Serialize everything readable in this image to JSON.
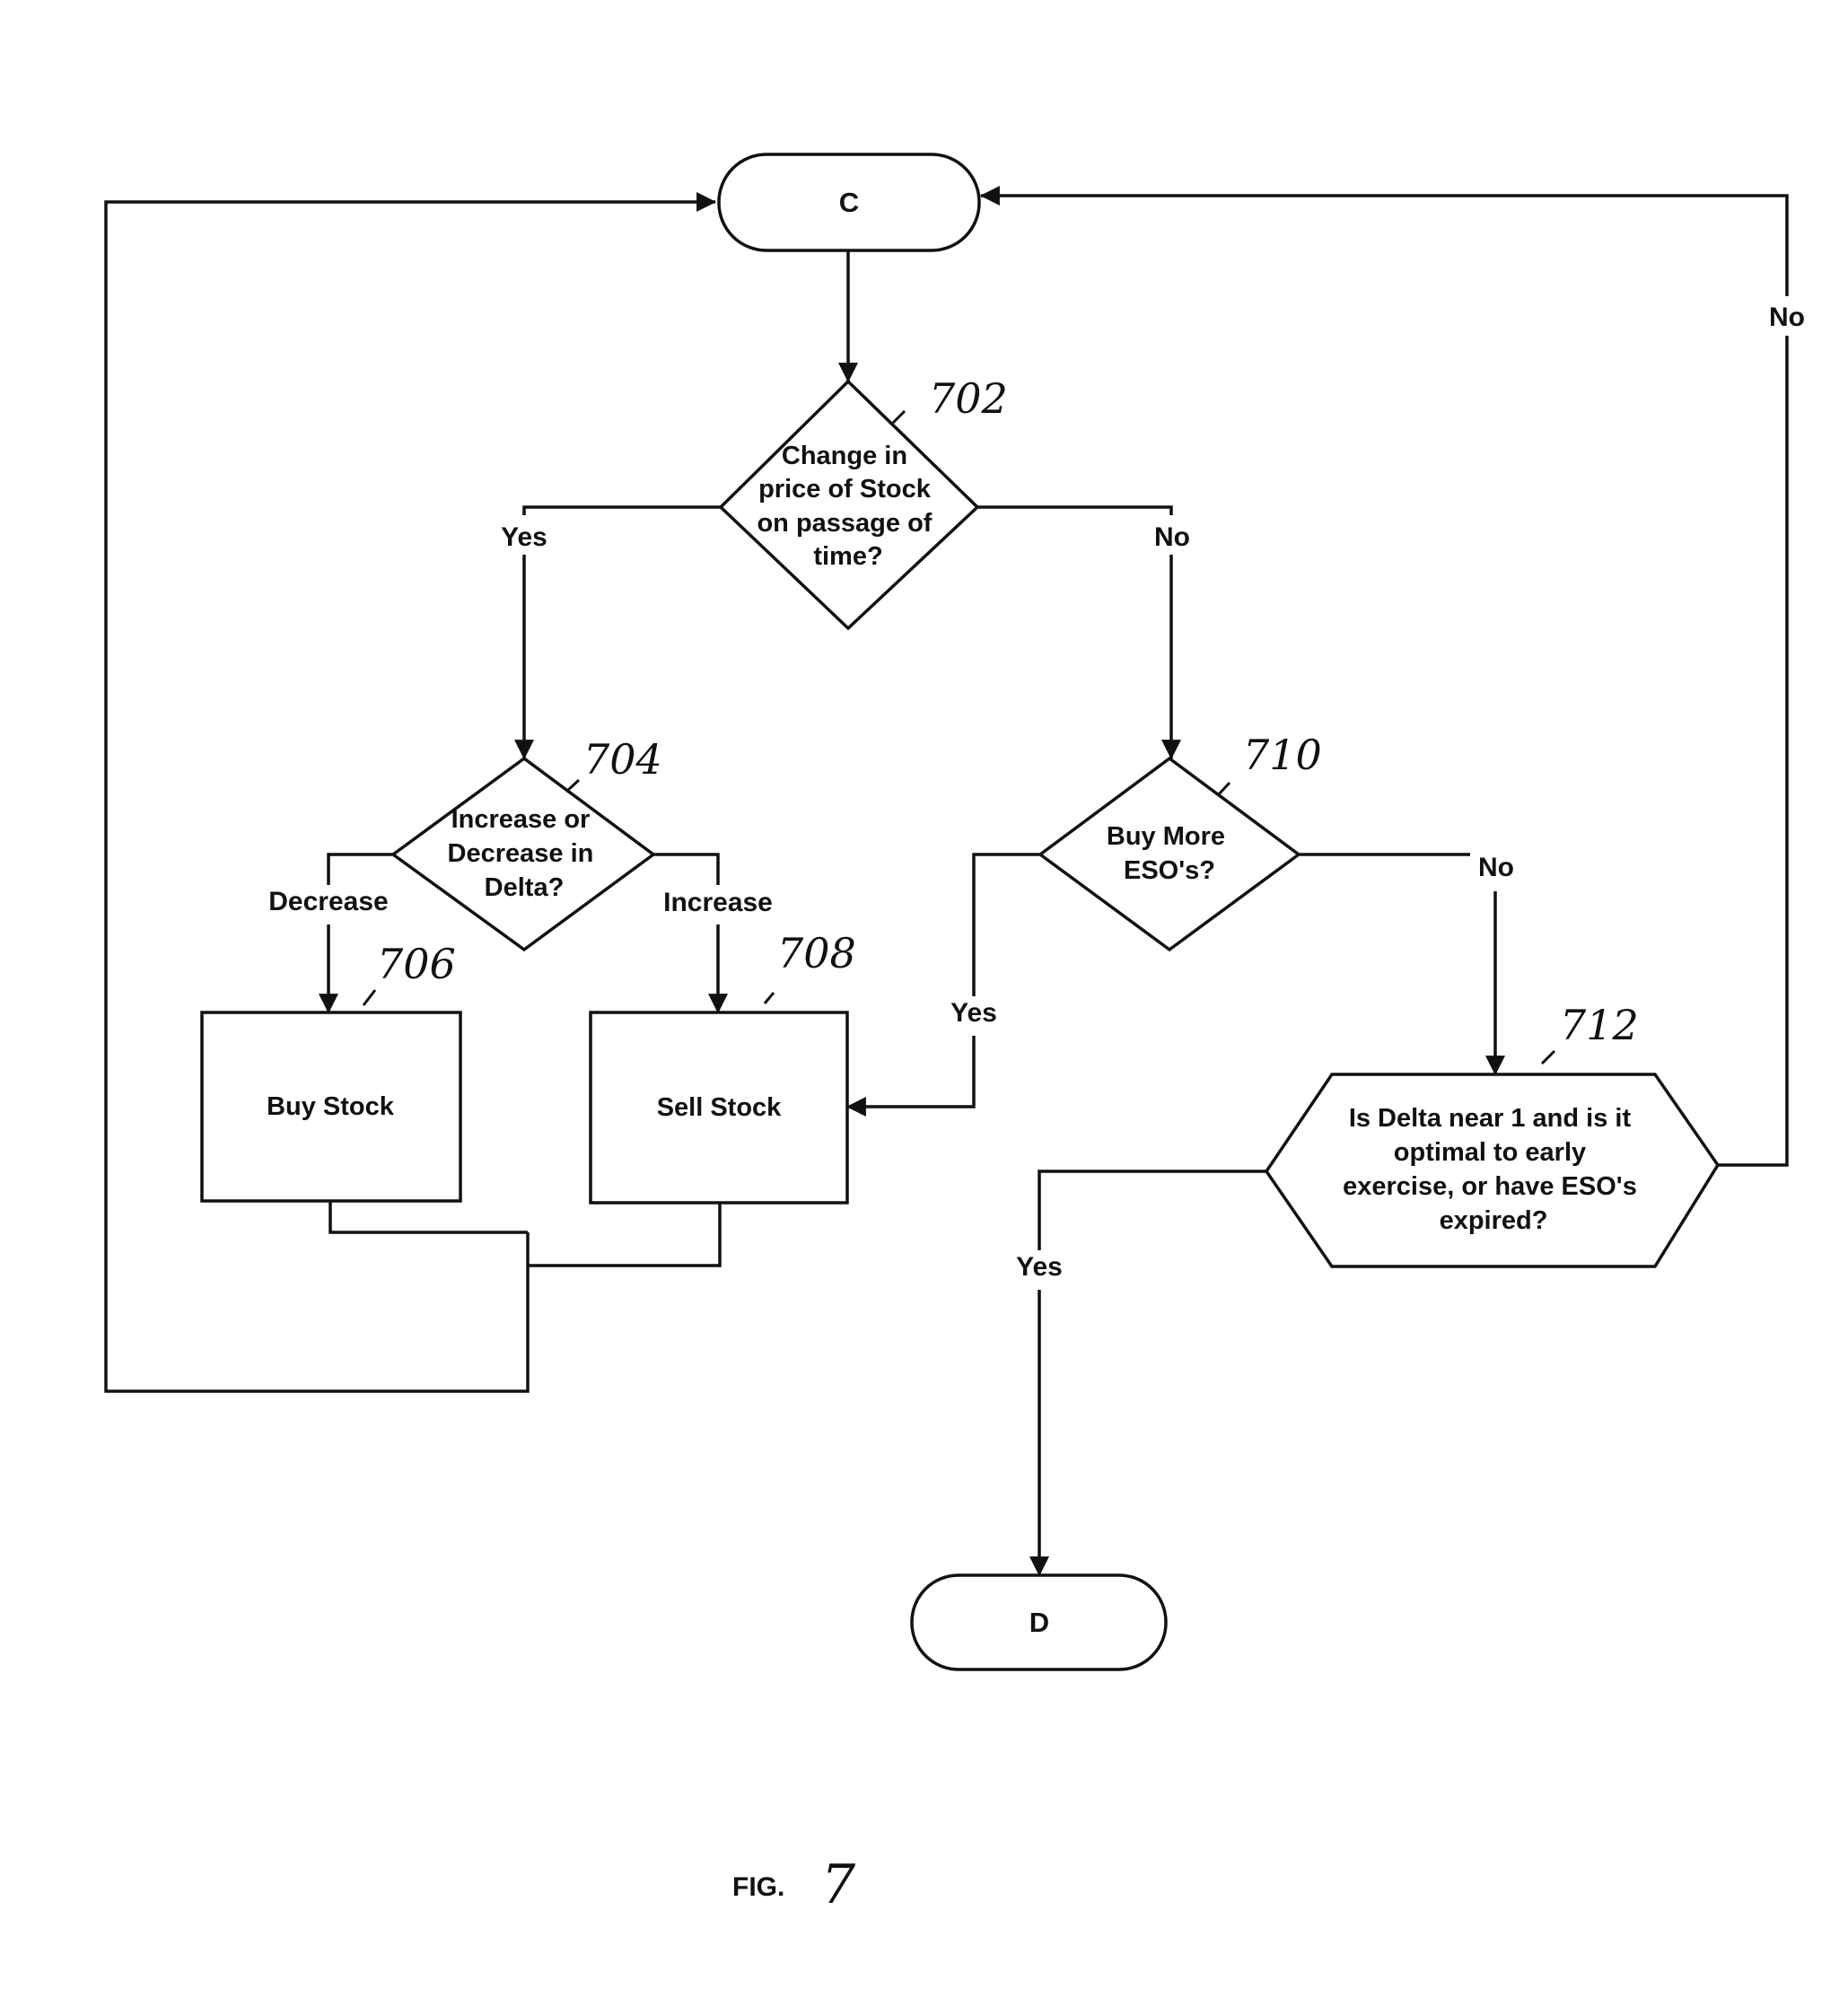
{
  "nodes": {
    "start": {
      "label": "C"
    },
    "d702": {
      "lines": [
        "Change in",
        "price of Stock",
        "on passage of",
        "time?"
      ],
      "ref": "702"
    },
    "d704": {
      "lines": [
        "Increase or",
        "Decrease in",
        "Delta?"
      ],
      "ref": "704"
    },
    "p706": {
      "label": "Buy Stock",
      "ref": "706"
    },
    "p708": {
      "label": "Sell Stock",
      "ref": "708"
    },
    "d710": {
      "lines": [
        "Buy More",
        "ESO's?"
      ],
      "ref": "710"
    },
    "d712": {
      "lines": [
        "Is Delta near 1 and is it",
        "optimal to early",
        "exercise, or have ESO's",
        "expired?"
      ],
      "ref": "712"
    },
    "end": {
      "label": "D"
    }
  },
  "edges": {
    "e702_yes": "Yes",
    "e702_no": "No",
    "e704_decrease": "Decrease",
    "e704_increase": "Increase",
    "e710_yes": "Yes",
    "e710_no": "No",
    "e712_yes": "Yes",
    "e712_no": "No"
  },
  "figure": {
    "label": "FIG.",
    "number": "7"
  }
}
